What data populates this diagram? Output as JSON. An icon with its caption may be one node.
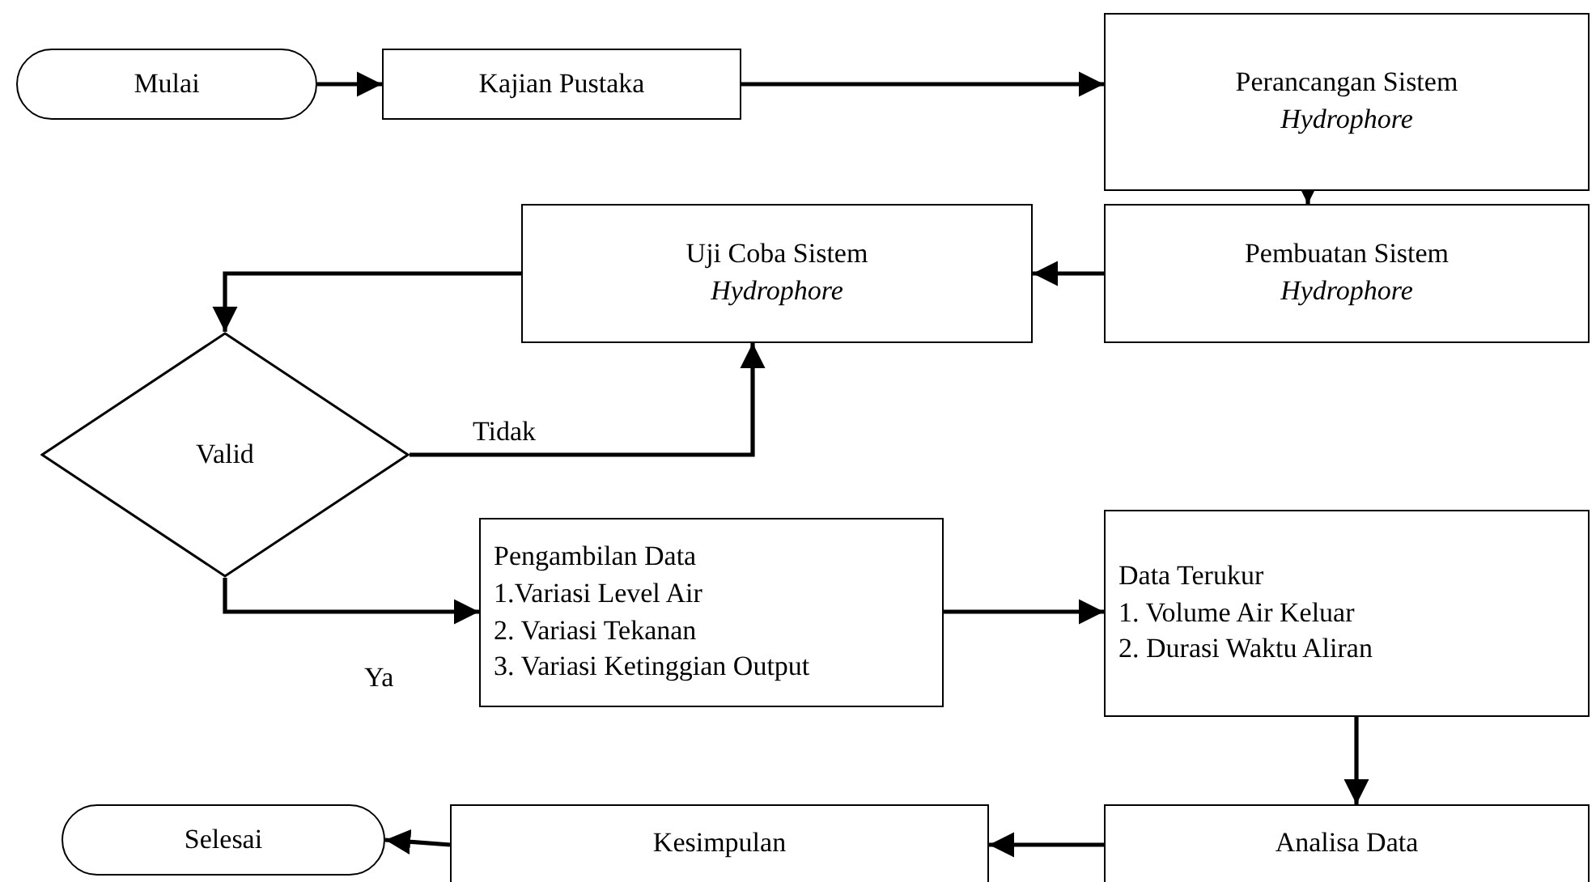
{
  "diagram": {
    "nodes": [
      {
        "text": [
          "Mulai"
        ]
      },
      {
        "text": [
          "Kajian Pustaka"
        ]
      },
      {
        "text": [
          "Perancangan Sistem *Hydrophore*"
        ]
      },
      {
        "text": [
          "Pembuatan Sistem *Hydrophore*"
        ]
      },
      {
        "text": [
          "Uji Coba Sistem *Hydrophore*"
        ]
      },
      {
        "text": [
          "Valid"
        ]
      },
      {
        "text": [
          "Pengambilan Data",
          "1.Variasi Level Air",
          "2. Variasi Tekanan",
          "3. Variasi Ketinggian Output"
        ]
      },
      {
        "text": [
          "Data Terukur",
          "1. Volume Air Keluar",
          "2. Durasi Waktu Aliran"
        ]
      },
      {
        "text": [
          "Analisa Data"
        ]
      },
      {
        "text": [
          "Kesimpulan"
        ]
      },
      {
        "text": [
          "Selesai"
        ]
      }
    ],
    "edges": [
      {
        "from": 0,
        "to": 1,
        "arrow": "to"
      },
      {
        "from": 1,
        "to": 2,
        "arrow": "to"
      },
      {
        "from": 2,
        "to": 3,
        "arrow": "to"
      },
      {
        "from": 3,
        "to": 4,
        "arrow": "to"
      },
      {
        "from": 4,
        "to": 5,
        "arrow": "to"
      },
      {
        "from": 5,
        "to": 4,
        "arrow": "to",
        "label": "Tidak"
      },
      {
        "from": 5,
        "to": 6,
        "arrow": "to",
        "label": "Ya"
      },
      {
        "from": 6,
        "to": 7,
        "arrow": "to"
      },
      {
        "from": 7,
        "to": 8,
        "arrow": "to"
      },
      {
        "from": 8,
        "to": 9,
        "arrow": "to"
      },
      {
        "from": 9,
        "to": 10,
        "arrow": "to"
      }
    ]
  }
}
